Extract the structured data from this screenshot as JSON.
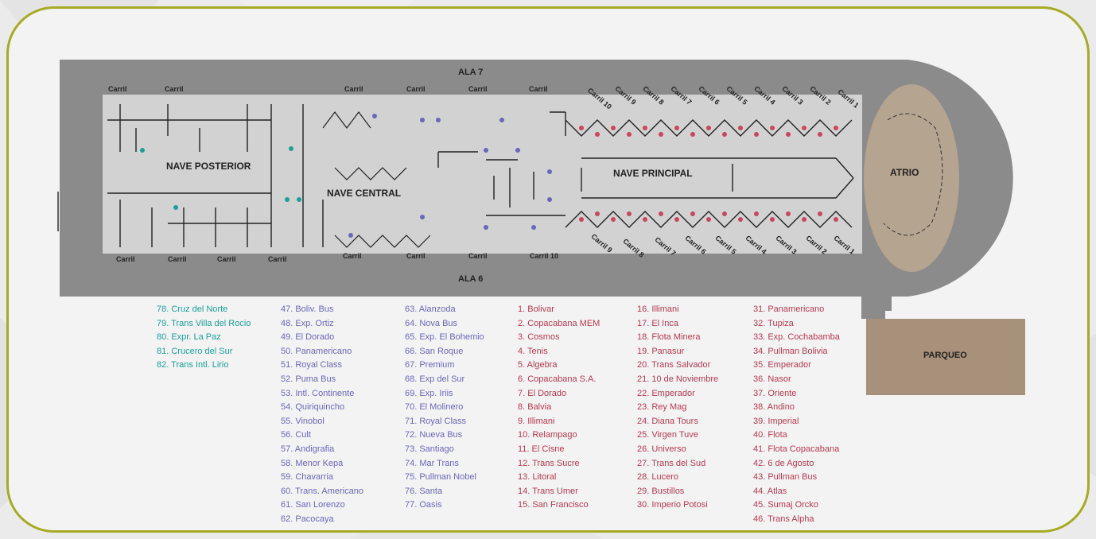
{
  "areas": {
    "ala7": "ALA 7",
    "ala6": "ALA 6",
    "nave_posterior": "NAVE POSTERIOR",
    "nave_central": "NAVE CENTRAL",
    "nave_principal": "NAVE PRINCIPAL",
    "atrio": "ATRIO",
    "parqueo": "PARQUEO"
  },
  "carriles_top": [
    "Carril",
    "Carril",
    "Carril",
    "Carril",
    "Carril",
    "Carril"
  ],
  "carriles_bottom": [
    "Carril",
    "Carril",
    "Carril",
    "Carril",
    "Carril",
    "Carril",
    "Carril",
    "Carril 10"
  ],
  "carriles_diag_top": [
    "Carril 10",
    "Carril 9",
    "Carril 8",
    "Carril 7",
    "Carril 6",
    "Carril 5",
    "Carril 4",
    "Carril 3",
    "Carril 2",
    "Carril 1"
  ],
  "carriles_diag_bottom": [
    "Carril 9",
    "Carril 8",
    "Carril 7",
    "Carril 6",
    "Carril 5",
    "Carril 4",
    "Carril 3",
    "Carril 2",
    "Carril 1"
  ],
  "legend": {
    "col1": [
      "78. Cruz del Norte",
      "79. Trans Villa del Rocio",
      "80. Expr. La Paz",
      "81. Crucero del Sur",
      "82. Trans Intl. Lirio"
    ],
    "col2": [
      "47. Boliv. Bus",
      "48. Exp. Ortiz",
      "49. El Dorado",
      "50. Panamericano",
      "51. Royal Class",
      "52. Puma Bus",
      "53. Intl. Continente",
      "54. Quiriquincho",
      "55. Vinobol",
      "56. Cult",
      "57. Andigrafia",
      "58. Menor Kepa",
      "59. Chavarria",
      "60. Trans. Americano",
      "61. San Lorenzo",
      "62. Pacocaya"
    ],
    "col3": [
      "63. Alanzoda",
      "64. Nova Bus",
      "65. Exp. El Bohemio",
      "66. San Roque",
      "67. Premium",
      "68. Exp del Sur",
      "69. Exp. Iriis",
      "70. El Molinero",
      "71. Royal Class",
      "72. Nueva Bus",
      "73. Santiago",
      "74. Mar Trans",
      "75. Pullman Nobel",
      "76. Santa",
      "77. Oasis"
    ],
    "col4": [
      "1. Bolivar",
      "2. Copacabana MEM",
      "3. Cosmos",
      "4. Tenis",
      "5. Algebra",
      "6. Copacabana S.A.",
      "7. El Dorado",
      "8. Balvia",
      "9. Illimani",
      "10. Relampago",
      "11. El Cisne",
      "12. Trans Sucre",
      "13. Litoral",
      "14. Trans Umer",
      "15. San Francisco"
    ],
    "col5": [
      "16. Illimani",
      "17. El Inca",
      "18. Flota Minera",
      "19. Panasur",
      "20. Trans Salvador",
      "21. 10 de Noviembre",
      "22. Emperador",
      "23. Rey Mag",
      "24. Diana Tours",
      "25. Virgen Tuve",
      "26. Universo",
      "27. Trans del Sud",
      "28. Lucero",
      "29. Bustillos",
      "30. Imperio Potosi"
    ],
    "col6": [
      "31. Panamericano",
      "32. Tupiza",
      "33. Exp. Cochabamba",
      "34. Pullman Bolivia",
      "35. Emperador",
      "36. Nasor",
      "37. Oriente",
      "38. Andino",
      "39. Imperial",
      "40. Flota",
      "41. Flota Copacabana",
      "42. 6 de Agosto",
      "43. Pullman Bus",
      "44. Atlas",
      "45. Sumaj Orcko",
      "46. Trans Alpha"
    ]
  },
  "colors": {
    "frame": "#a6ab23",
    "road": "#8b8b8b",
    "floor": "#d2d2d2",
    "atrio": "#b5a48f",
    "parqueo": "#a8917a",
    "teal": "#1a9f9b",
    "blue": "#6a67b8",
    "red": "#b53a52"
  }
}
